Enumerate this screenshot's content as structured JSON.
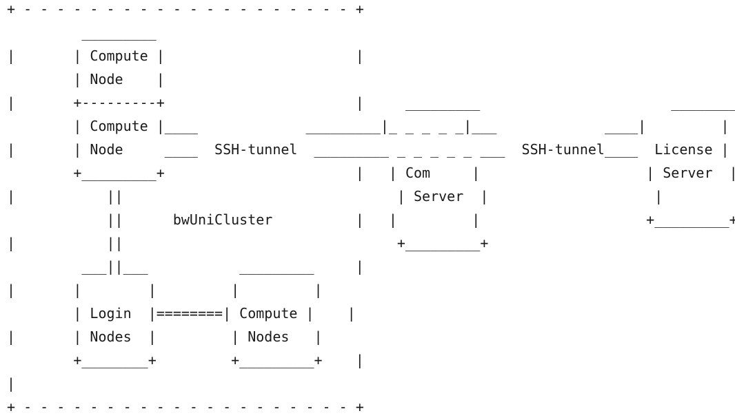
{
  "diagram": {
    "lines": [
      "+ - - - - - - - - - - - - - - - - - - - - +",
      "         _________",
      "|       | Compute |                       |",
      "        | Node    |",
      "|       +---------+                       |     _________                       _________",
      "        | Compute |____             _________|_ _ _ _ _|___             ____|         |",
      "|       | Node     ____  SSH-tunnel  _________ _ _ _ _ _ ___  SSH-tunnel____  License |",
      "        +_________+                       |   | Com     |                    | Server  |",
      "|           ||                                 | Server  |                    |         |",
      "            ||      bwUniCluster          |   |         |                    +_________+",
      "|           ||                                 +_________+",
      "         ___||___           _________     |",
      "|       |        |         |         |",
      "        | Login  |========| Compute |    |",
      "|       | Nodes  |         | Nodes   |",
      "        +________+         +_________+    |",
      "|",
      "+ - - - - - - - - - - - - - - - - - - - - +"
    ]
  }
}
